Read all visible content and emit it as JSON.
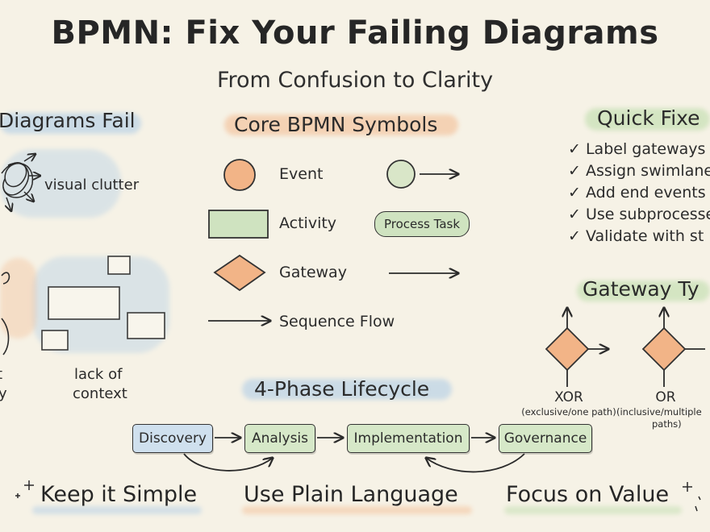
{
  "title": "BPMN: Fix Your Failing Diagrams",
  "subtitle": "From Confusion to Clarity",
  "why_fail": {
    "heading": "Diagrams Fail",
    "items": [
      {
        "label": "visual clutter"
      },
      {
        "label_line1": "lack of",
        "label_line2": "context"
      },
      {
        "partial_line1": "t",
        "partial_line2": "y"
      }
    ]
  },
  "core_symbols": {
    "heading": "Core BPMN Symbols",
    "rows": [
      {
        "label": "Event"
      },
      {
        "label": "Activity",
        "example": "Process Task"
      },
      {
        "label": "Gateway"
      },
      {
        "label": "Sequence Flow"
      }
    ]
  },
  "quick_fixes": {
    "heading": "Quick Fixe",
    "check": "✓",
    "items": [
      "Label gateways",
      "Assign swimlane",
      "Add end events",
      "Use subprocesse",
      "Validate with st"
    ]
  },
  "gateway_types": {
    "heading": "Gateway Ty",
    "types": [
      {
        "name": "XOR",
        "desc": "(exclusive/one path)"
      },
      {
        "name": "OR",
        "desc_line1": "(inclusive/multiple",
        "desc_line2": "paths)"
      }
    ]
  },
  "lifecycle": {
    "heading": "4-Phase Lifecycle",
    "phases": [
      "Discovery",
      "Analysis",
      "Implementation",
      "Governance"
    ]
  },
  "principles": [
    "Keep it Simple",
    "Use Plain Language",
    "Focus on Value"
  ],
  "colors": {
    "event_fill": "#f2b487",
    "activity_fill": "#cfe3c0",
    "gateway_fill": "#f2b487",
    "discovery_fill": "#cfe0ee",
    "phase_fill": "#d6e8c8",
    "wash_blue": "#a9c9e6",
    "wash_orange": "#f3b88c",
    "wash_green": "#b9dba6"
  }
}
